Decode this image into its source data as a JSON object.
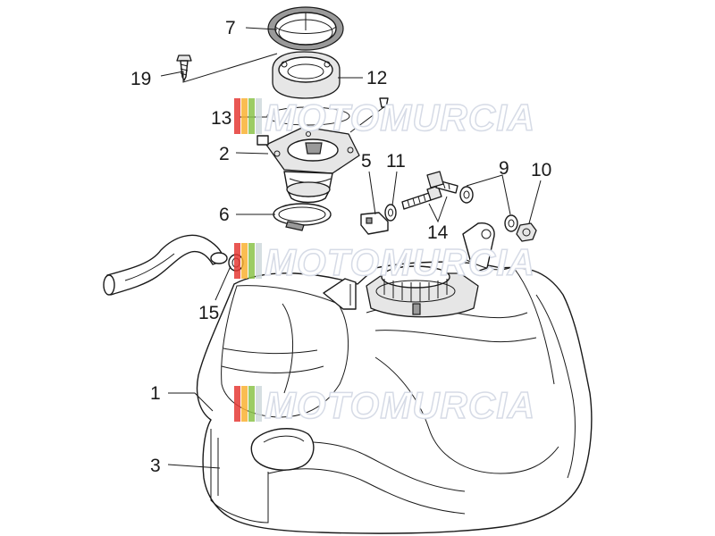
{
  "watermark": {
    "text": "MOTOMURCIA",
    "text_color": "#d6dbe6",
    "stripe_colors": [
      "#e53935",
      "#f9b233",
      "#8bc34a",
      "#cfd8dc"
    ]
  },
  "callouts": {
    "c1": "1",
    "c2": "2",
    "c3": "3",
    "c5": "5",
    "c6": "6",
    "c7": "7",
    "c9": "9",
    "c10": "10",
    "c11": "11",
    "c12": "12",
    "c13": "13",
    "c14": "14",
    "c15": "15",
    "c19": "19"
  },
  "colors": {
    "line": "#1a1a1a",
    "background": "#ffffff"
  }
}
